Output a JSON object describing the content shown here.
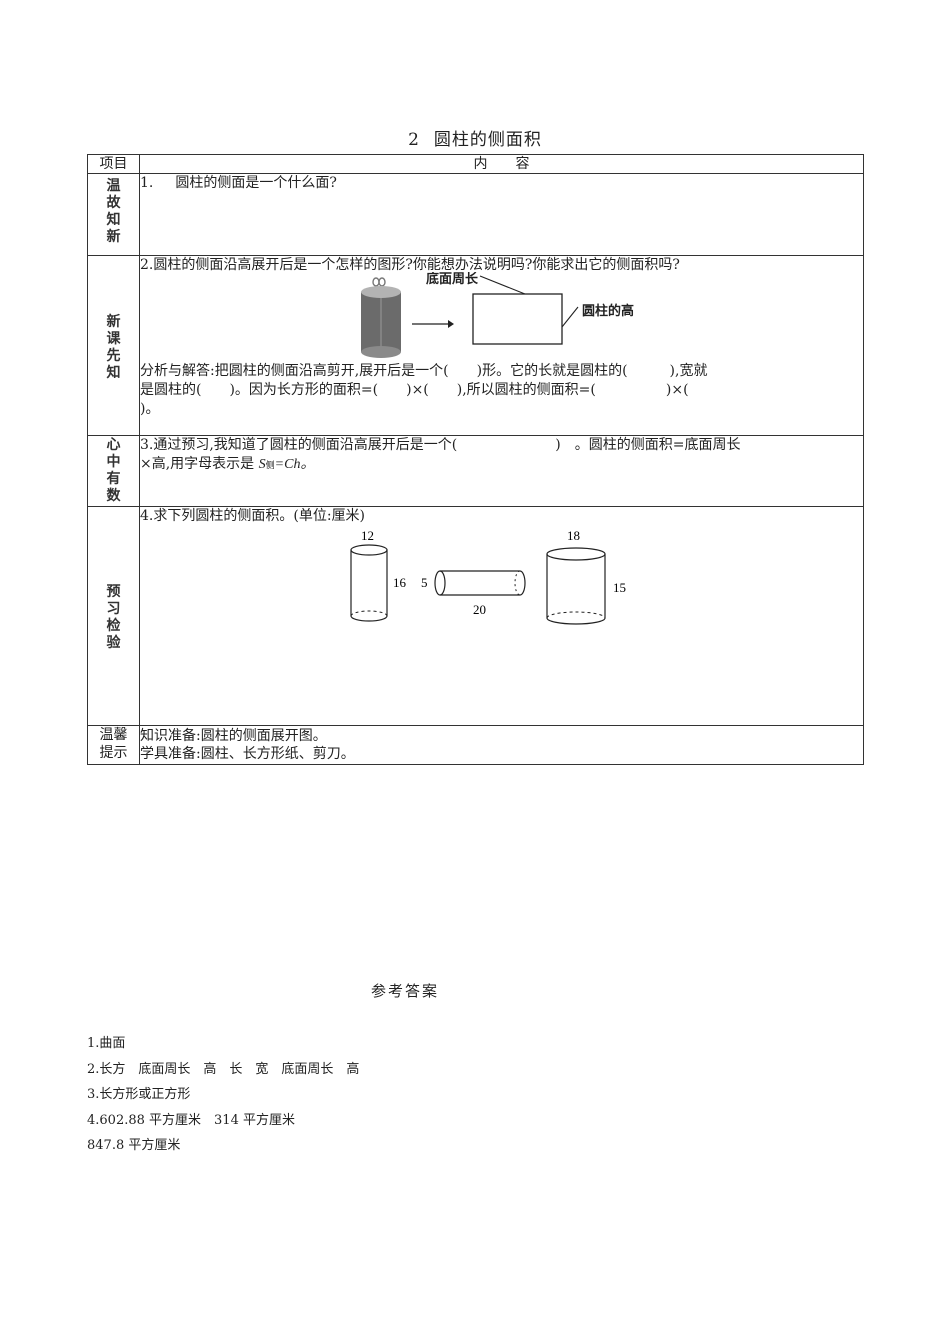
{
  "title": {
    "number": "2",
    "text": "圆柱的侧面积"
  },
  "table": {
    "header": {
      "col1": "项目",
      "col2": "内容"
    },
    "rows": [
      {
        "label": [
          "温",
          "故",
          "知",
          "新"
        ],
        "question_number": "1.",
        "question": "圆柱的侧面是一个什么面?"
      },
      {
        "label": [
          "新",
          "课",
          "先",
          "知"
        ],
        "question": "2.圆柱的侧面沿高展开后是一个怎样的图形?你能想办法说明吗?你能求出它的侧面积吗?",
        "figure": {
          "label_top": "底面周长",
          "label_side": "圆柱的高"
        },
        "analysis_line1": "分析与解答:把圆柱的侧面沿高剪开,展开后是一个(　　)形。它的长就是圆柱的(　　　),宽就",
        "analysis_line2": "是圆柱的(　　)。因为长方形的面积=(　　)×(　　),所以圆柱的侧面积=(　　　　　)×(",
        "analysis_line3": ")。"
      },
      {
        "label": [
          "心",
          "中",
          "有",
          "数"
        ],
        "line1": "3.通过预习,我知道了圆柱的侧面沿高展开后是一个(　　　　　　　)　。圆柱的侧面积=底面周长",
        "line2_prefix": "×高,用字母表示是 ",
        "formula_S": "S",
        "formula_sub": "侧",
        "formula_rest": "=Ch。"
      },
      {
        "label": [
          "预",
          "习",
          "检",
          "验"
        ],
        "question": "4.求下列圆柱的侧面积。(单位:厘米)",
        "cylinders": [
          {
            "top": "12",
            "side": "16"
          },
          {
            "left": "5",
            "bottom": "20"
          },
          {
            "top": "18",
            "side": "15"
          }
        ]
      },
      {
        "label_lines": [
          "温馨",
          "提示"
        ],
        "tip1": "知识准备:圆柱的侧面展开图。",
        "tip2": "学具准备:圆柱、长方形纸、剪刀。"
      }
    ]
  },
  "answers": {
    "title": "参考答案",
    "items": [
      "1.曲面",
      "2.长方　底面周长　高　长　宽　底面周长　高",
      "3.长方形或正方形",
      "4.602.88 平方厘米　314 平方厘米",
      "847.8 平方厘米"
    ]
  }
}
